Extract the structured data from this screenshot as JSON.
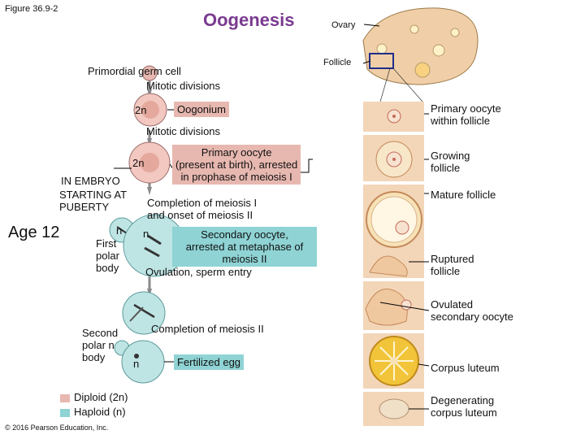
{
  "header": {
    "figure_label": "Figure 36.9-2",
    "title": "Oogenesis",
    "copyright": "© 2016 Pearson Education, Inc."
  },
  "left": {
    "primordial": "Primordial germ cell",
    "mitotic1": "Mitotic divisions",
    "oogonium_ploidy": "2n",
    "oogonium": "Oogonium",
    "mitotic2": "Mitotic divisions",
    "primary_ploidy": "2n",
    "primary_line1": "Primary oocyte",
    "primary_line2": "(present at birth), arrested",
    "primary_line3": "in prophase of meiosis I",
    "embryo": "IN EMBRYO",
    "starting1": "STARTING AT",
    "starting2": "PUBERTY",
    "age": "Age 12",
    "completion1_line1": "Completion of meiosis I",
    "completion1_line2": "and onset of meiosis II",
    "first_polar_ploidy": "n",
    "first_polar_line1": "First",
    "first_polar_line2": "polar",
    "first_polar_line3": "body",
    "secondary_ploidy": "n",
    "secondary_line1": "Secondary oocyte,",
    "secondary_line2": "arrested at metaphase of",
    "secondary_line3": "meiosis II",
    "ovulation": "Ovulation, sperm entry",
    "completion2": "Completion of meiosis II",
    "second_polar_line1": "Second",
    "second_polar_line2": "polar",
    "second_polar_ploidy": "n",
    "second_polar_line3": "body",
    "fertilized_ploidy": "n",
    "fertilized": "Fertilized egg"
  },
  "legend": {
    "diploid": "Diploid (2n)",
    "haploid": "Haploid (n)",
    "diploid_color": "#e7b8b0",
    "haploid_color": "#8fd3d4"
  },
  "right": {
    "ovary": "Ovary",
    "follicle": "Follicle",
    "primary_follicle_1": "Primary oocyte",
    "primary_follicle_2": "within follicle",
    "growing_1": "Growing",
    "growing_2": "follicle",
    "mature": "Mature follicle",
    "ruptured_1": "Ruptured",
    "ruptured_2": "follicle",
    "ovulated_1": "Ovulated",
    "ovulated_2": "secondary oocyte",
    "corpus": "Corpus luteum",
    "degen_1": "Degenerating",
    "degen_2": "corpus luteum"
  }
}
